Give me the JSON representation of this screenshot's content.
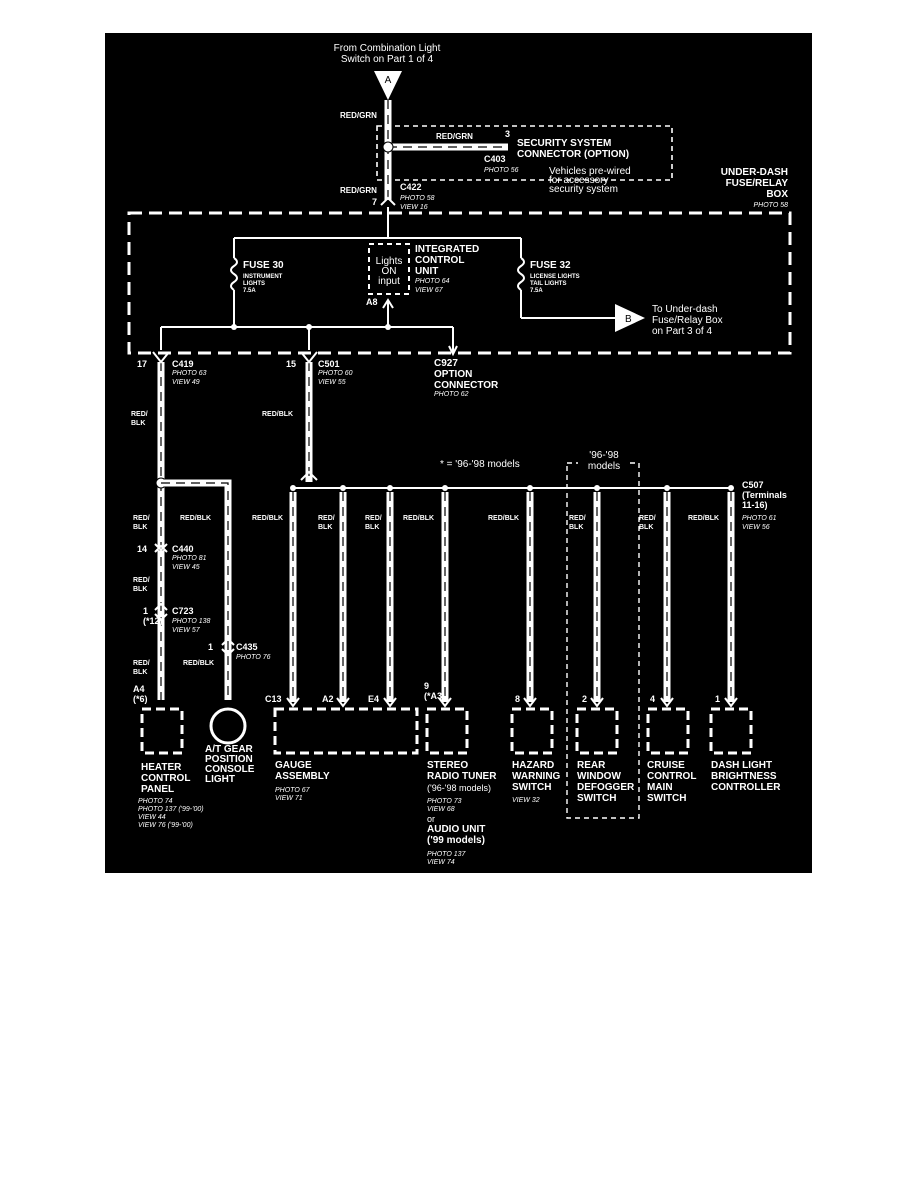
{
  "source_top": "From Combination Light\nSwitch on Part 1 of 4",
  "source_marker": "A",
  "off_page": {
    "marker": "B",
    "text": "To Under-dash\nFuse/Relay Box\non Part 3 of 4"
  },
  "security": {
    "wire": "RED/GRN",
    "pin": "3",
    "name": "SECURITY SYSTEM\nCONNECTOR (OPTION)",
    "connector": "C403",
    "photo": "PHOTO 56",
    "note": "Vehicles pre-wired\nfor accessory\nsecurity system"
  },
  "input_wire": {
    "color": "RED/GRN",
    "pin": "7",
    "connector": "C422",
    "photo": "PHOTO 58",
    "view": "VIEW 16"
  },
  "fuse_box": {
    "name": "UNDER-DASH\nFUSE/RELAY\nBOX",
    "photo": "PHOTO 58"
  },
  "fuse30": {
    "name": "FUSE 30",
    "desc": "INSTRUMENT\nLIGHTS\n7.5A"
  },
  "fuse32": {
    "name": "FUSE 32",
    "desc": "LICENSE LIGHTS\nTAIL LIGHTS\n7.5A"
  },
  "icu": {
    "name": "INTEGRATED\nCONTROL\nUNIT",
    "photo": "PHOTO 64",
    "view": "VIEW 67",
    "box": "Lights\nON\ninput",
    "pin": "A8"
  },
  "connectors": {
    "c419": {
      "pin": "17",
      "name": "C419",
      "photo": "PHOTO 63",
      "view": "VIEW 49"
    },
    "c501": {
      "pin": "15",
      "name": "C501",
      "photo": "PHOTO 60",
      "view": "VIEW 55"
    },
    "c927": {
      "name": "C927\nOPTION\nCONNECTOR",
      "photo": "PHOTO 62"
    },
    "c440": {
      "pin": "14",
      "name": "C440",
      "photo": "PHOTO 81",
      "view": "VIEW 45"
    },
    "c723": {
      "pin": "1\n(*12)",
      "name": "C723",
      "photo": "PHOTO 138",
      "view": "VIEW 57"
    },
    "c435": {
      "pin": "1",
      "name": "C435",
      "photo": "PHOTO 76"
    },
    "c507": {
      "name": "C507\n(Terminals\n11-16)",
      "photo": "PHOTO 61",
      "view": "VIEW 56"
    }
  },
  "legend": "* = '96-'98 models",
  "models_box": "'96-'98\nmodels",
  "wire_red_blk_stacked": "RED/\nBLK",
  "wire_red_blk": "RED/BLK",
  "components": {
    "heater": {
      "pin": "A4\n(*6)",
      "name": "HEATER\nCONTROL\nPANEL",
      "refs": "PHOTO 74\nPHOTO 137 ('99-'00)\nVIEW 44\nVIEW 76 ('99-'00)"
    },
    "at_gear": {
      "name": "A/T GEAR\nPOSITION\nCONSOLE\nLIGHT"
    },
    "gauge": {
      "pins": [
        "C13",
        "A2",
        "E4"
      ],
      "name": "GAUGE\nASSEMBLY",
      "refs": "PHOTO 67\nVIEW 71"
    },
    "stereo": {
      "pin": "9\n(*A3)",
      "name": "STEREO\nRADIO TUNER",
      "sub": "('96-'98 models)",
      "refs": "PHOTO 73\nVIEW 68",
      "or": "or",
      "alt": "AUDIO UNIT\n('99 models)",
      "alt_refs": "PHOTO 137\nVIEW 74"
    },
    "hazard": {
      "pin": "8",
      "name": "HAZARD\nWARNING\nSWITCH",
      "refs": "VIEW 32"
    },
    "defogger": {
      "pin": "2",
      "name": "REAR\nWINDOW\nDEFOGGER\nSWITCH"
    },
    "cruise": {
      "pin": "4",
      "name": "CRUISE\nCONTROL\nMAIN\nSWITCH"
    },
    "dash": {
      "pin": "1",
      "name": "DASH LIGHT\nBRIGHTNESS\nCONTROLLER"
    }
  }
}
